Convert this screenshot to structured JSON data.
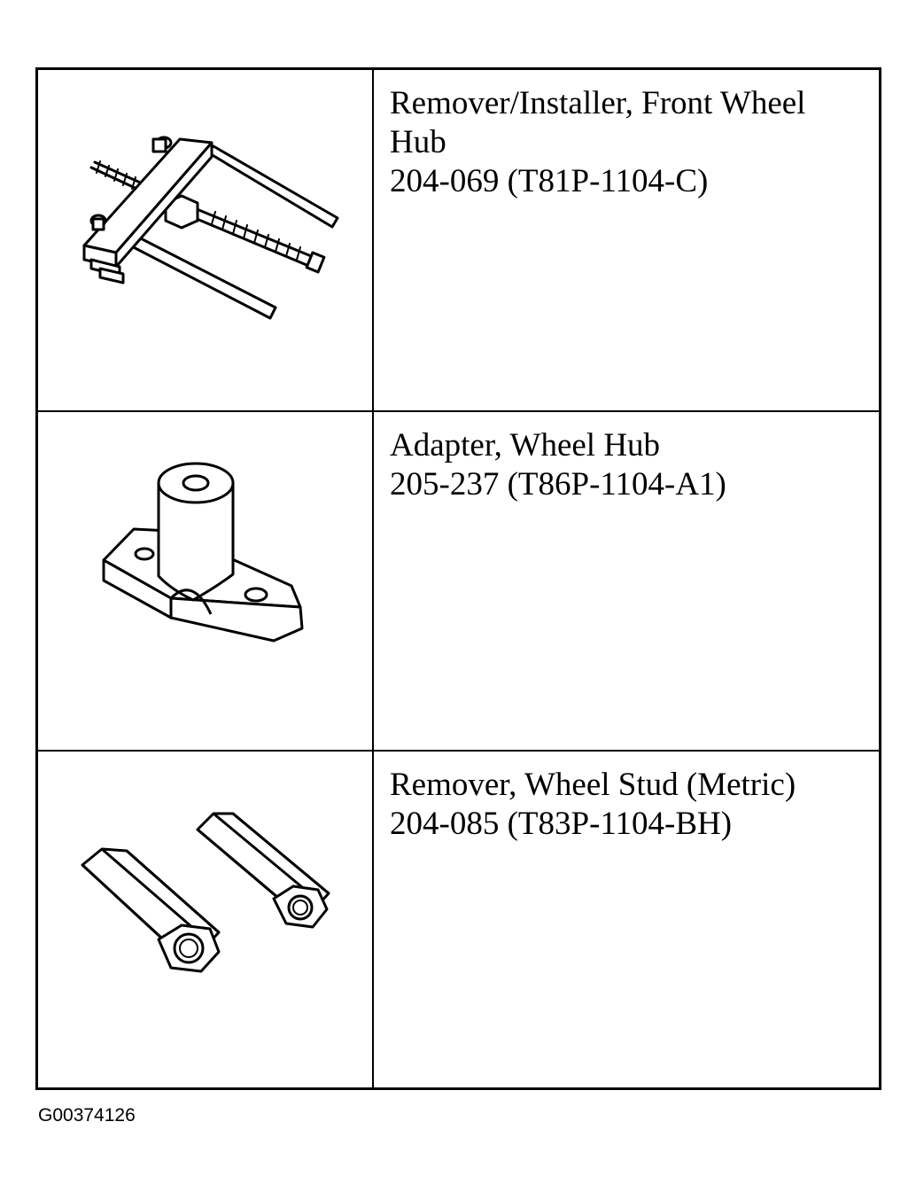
{
  "tools": [
    {
      "name": "Remover/Installer, Front Wheel Hub",
      "part_number": "204-069 (T81P-1104-C)",
      "icon": "hub-puller-illustration"
    },
    {
      "name": "Adapter, Wheel Hub",
      "part_number": "205-237 (T86P-1104-A1)",
      "icon": "hub-adapter-illustration"
    },
    {
      "name": "Remover, Wheel Stud (Metric)",
      "part_number": "204-085 (T83P-1104-BH)",
      "icon": "stud-remover-nuts-illustration"
    }
  ],
  "figure_id": "G00374126"
}
